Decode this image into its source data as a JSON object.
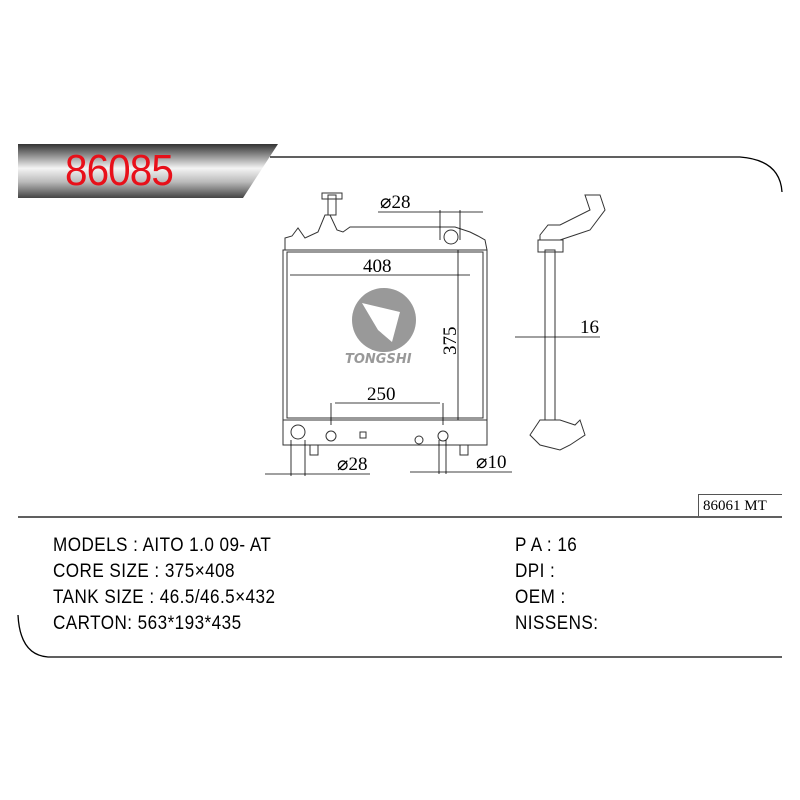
{
  "header": {
    "part_number": "86085",
    "reference": "86061 MT"
  },
  "drawing": {
    "dimensions": {
      "top_pipe": "⌀28",
      "core_width": "408",
      "core_height": "375",
      "mount_spacing": "250",
      "bottom_pipe": "⌀28",
      "drain": "⌀10",
      "thickness": "16"
    },
    "logo_text": "TONGSHI"
  },
  "specs": {
    "models": "MODELS : AITO 1.0 09- AT",
    "core_size": "CORE SIZE : 375×408",
    "tank_size": "TANK SIZE : 46.5/46.5×432",
    "carton": "CARTON: 563*193*435",
    "pa": "P A : 16",
    "dpi": "DPI :",
    "oem": "OEM :",
    "nissens": "NISSENS:"
  },
  "colors": {
    "accent": "#e8101a"
  }
}
